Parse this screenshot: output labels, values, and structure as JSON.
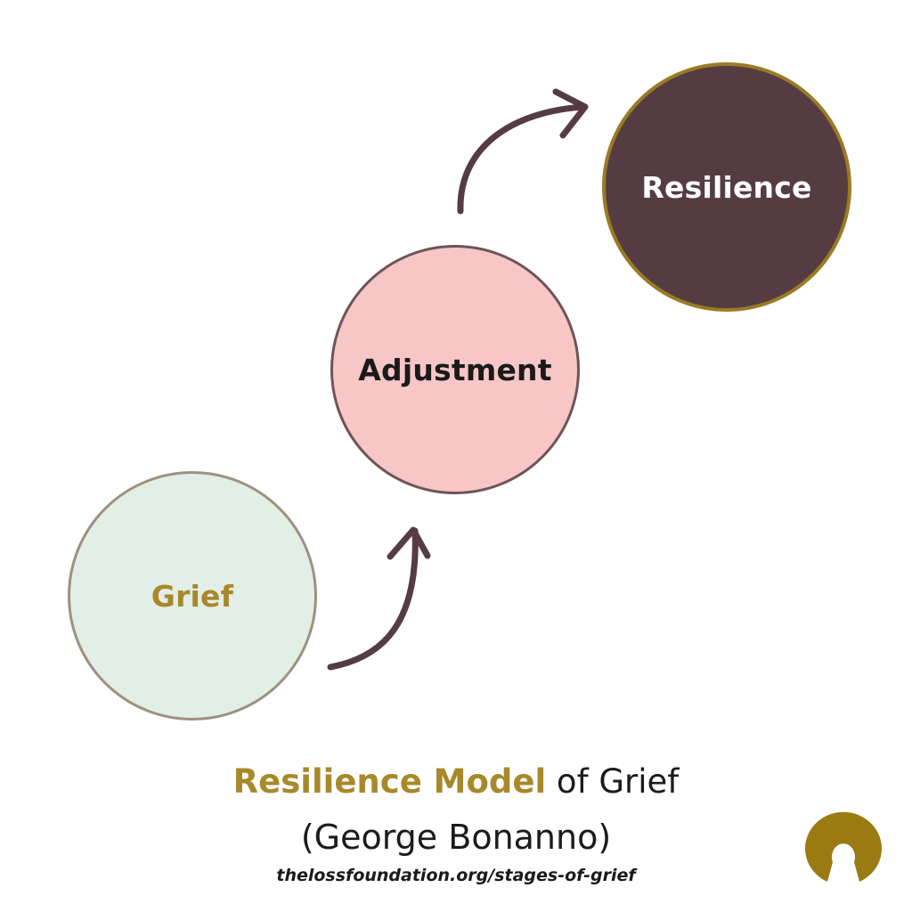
{
  "colors": {
    "grief_fill": "#e1efe7",
    "grief_text": "#a8882a",
    "adjustment_fill": "#f7c6c7",
    "adjustment_text": "#1a1a1a",
    "resilience_fill": "#553c42",
    "resilience_text": "#ffffff",
    "arrow": "#553c42",
    "accent": "#a8882a",
    "logo": "#9a7b12"
  },
  "stages": {
    "grief": "Grief",
    "adjustment": "Adjustment",
    "resilience": "Resilience"
  },
  "caption": {
    "highlight": "Resilience Model",
    "rest": " of Grief",
    "author": "(George Bonanno)",
    "url": "thelossfoundation.org/stages-of-grief"
  },
  "logo": {
    "icon": "loss-foundation-logo-icon"
  }
}
